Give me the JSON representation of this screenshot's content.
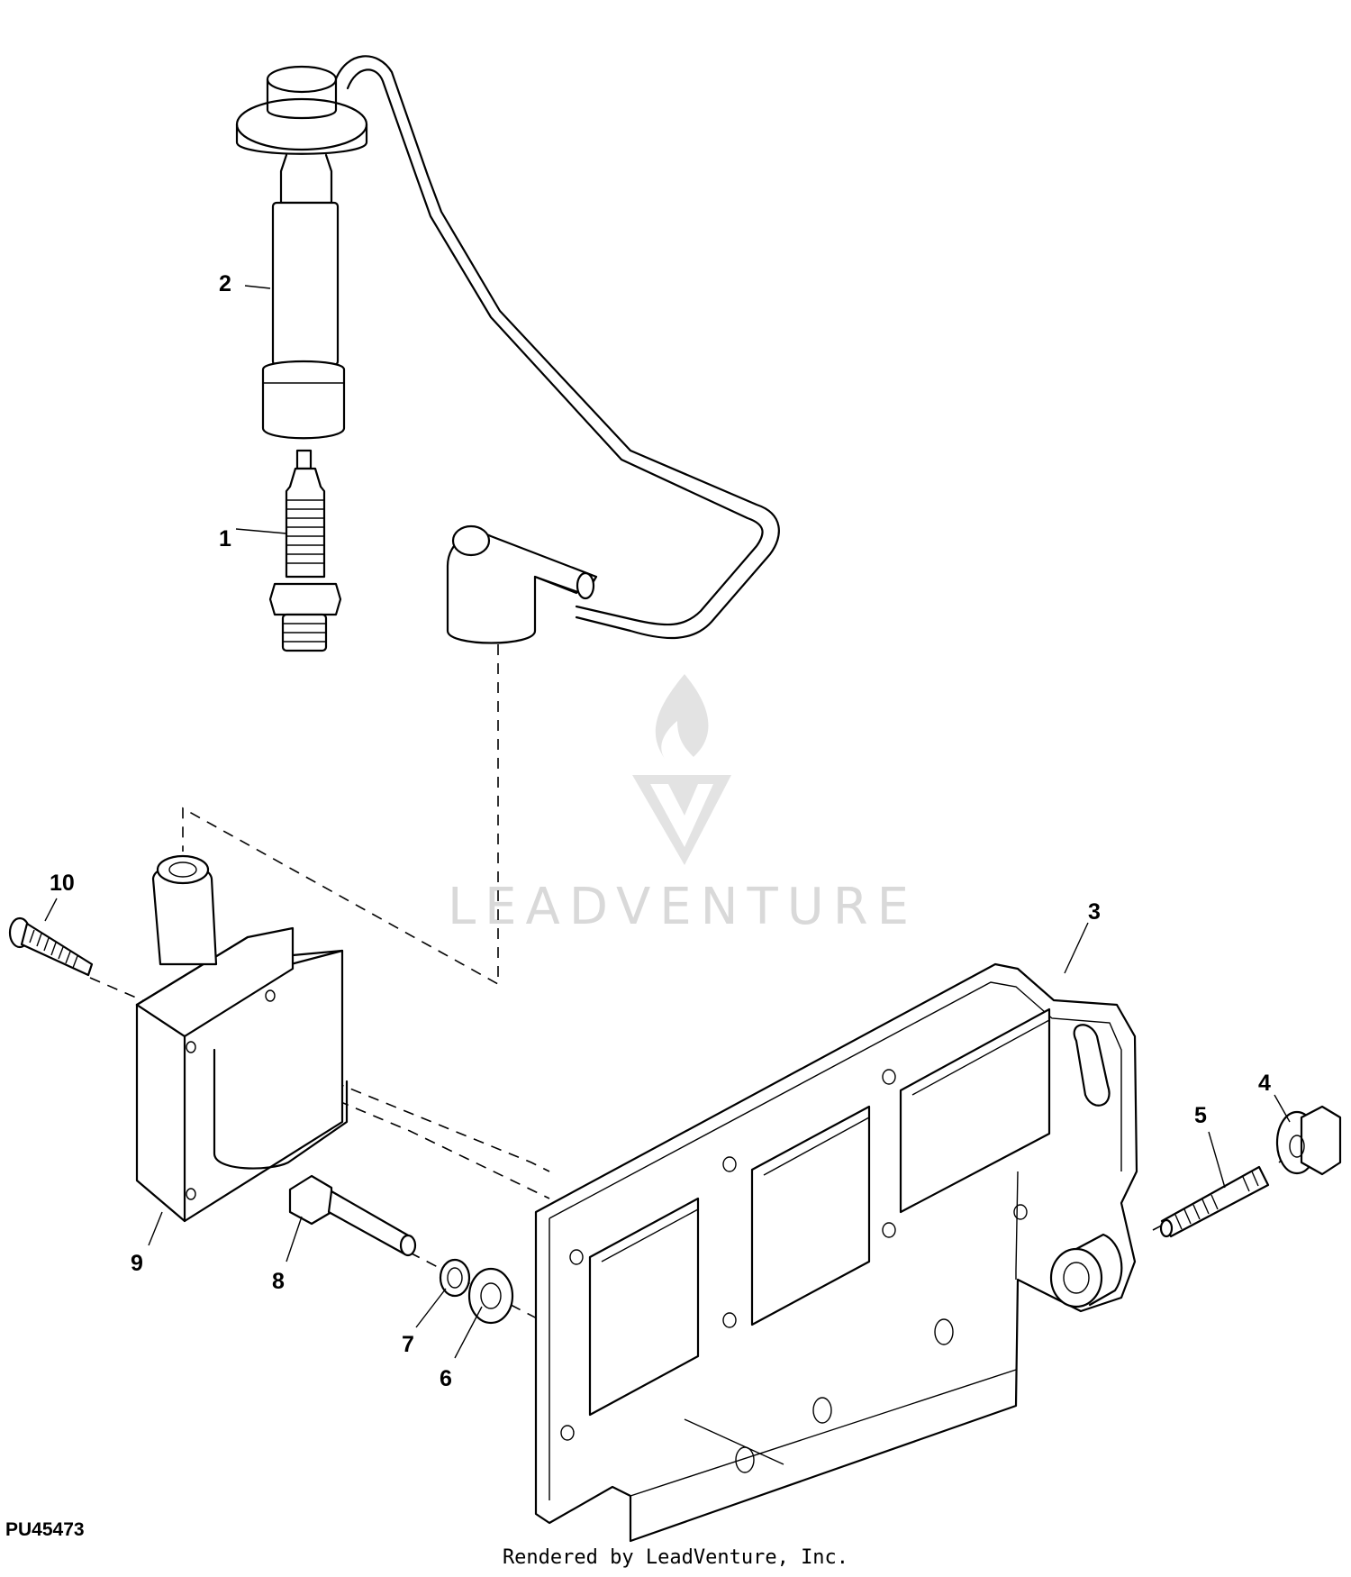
{
  "diagram": {
    "callouts": [
      "1",
      "2",
      "3",
      "4",
      "5",
      "6",
      "7",
      "8",
      "9",
      "10"
    ],
    "figure_id": "PU45473",
    "watermark_text": "LEADVENTURE",
    "footer": "Rendered by LeadVenture, Inc."
  }
}
